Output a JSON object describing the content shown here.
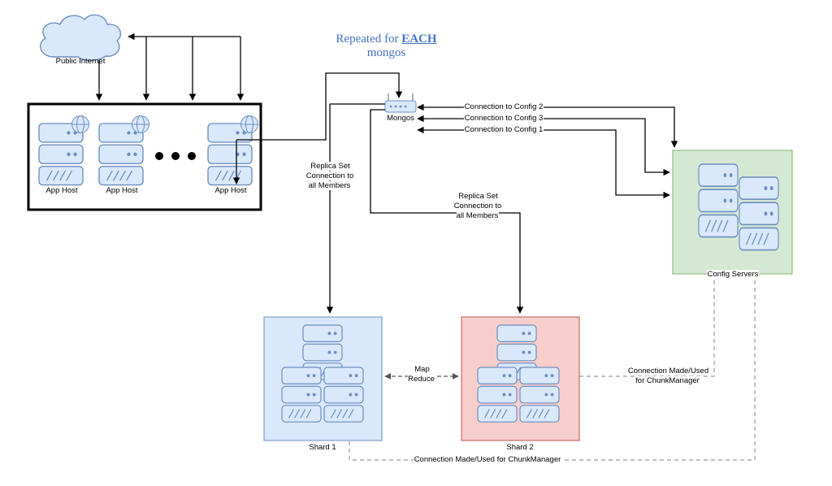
{
  "diagram": {
    "title": {
      "prefix": "Repeated for",
      "emphasis": "EACH",
      "line2": "mongos"
    },
    "cloud_label": "Public Internet",
    "app_hosts": [
      "App Host",
      "App Host",
      "App Host"
    ],
    "mongos_label": "Mongos",
    "config_connections": [
      "Connection to Config 2",
      "Connection to Config 3",
      "Connection to Config 1"
    ],
    "replica_label_1": "Replica Set Connection to all Members",
    "replica_label_2": "Replica Set Connection to all Members",
    "config_servers_label": "Config Servers",
    "shard1_label": "Shard 1",
    "shard2_label": "Shard 2",
    "map_reduce_label": "Map Reduce",
    "chunk_manager_label_1": "Connection Made/Used for ChunkManager",
    "chunk_manager_label_2": "Connection Made/Used for ChunkManager",
    "colors": {
      "server_fill": "#dae8fc",
      "server_stroke": "#6c8ebf",
      "config_box_fill": "#d5e8d4",
      "config_box_stroke": "#82b366",
      "shard2_box_fill": "#f8cecc",
      "shard2_box_stroke": "#b85450",
      "title_blue": "#4472c4"
    }
  }
}
